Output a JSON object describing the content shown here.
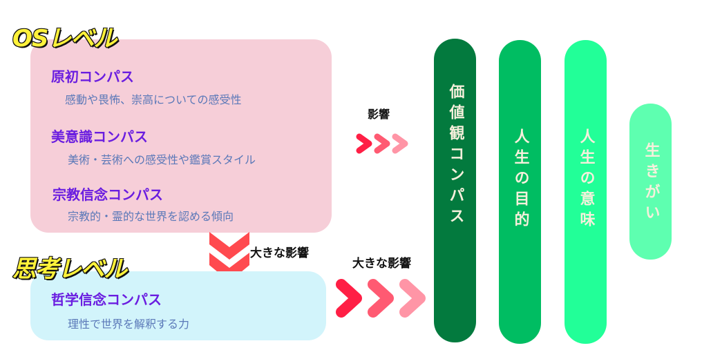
{
  "os_level": {
    "label": "OSレベル",
    "items": [
      {
        "title": "原初コンパス",
        "description": "感動や畏怖、崇高についての感受性"
      },
      {
        "title": "美意識コンパス",
        "description": "美術・芸術への感受性や鑑賞スタイル"
      },
      {
        "title": "宗教信念コンパス",
        "description": "宗教的・霊的な世界を認める傾向"
      }
    ]
  },
  "thinking_level": {
    "label": "思考レベル",
    "items": [
      {
        "title": "哲学信念コンパス",
        "description": "理性で世界を解釈する力"
      }
    ]
  },
  "arrows": {
    "os_to_values": "影響",
    "os_to_thinking": "大きな影響",
    "thinking_to_values": "大きな影響"
  },
  "pillars": [
    {
      "label": "価値観コンパス",
      "color": "#037a3e"
    },
    {
      "label": "人生の目的",
      "color": "#00bd62"
    },
    {
      "label": "人生の意味",
      "color": "#22ff98"
    },
    {
      "label": "生きがい",
      "color": "#5effb0"
    }
  ],
  "colors": {
    "os_box": "#f6ced8",
    "thinking_box": "#d2f4fb",
    "title_text": "#6a1de0",
    "description_text": "#5a78b8",
    "arrow_dark": "#ff1f45",
    "arrow_mid": "#ff5a72",
    "arrow_light": "#ff95a6",
    "down_arrow": "#ff4a4f",
    "level_label": "#fff23a"
  }
}
